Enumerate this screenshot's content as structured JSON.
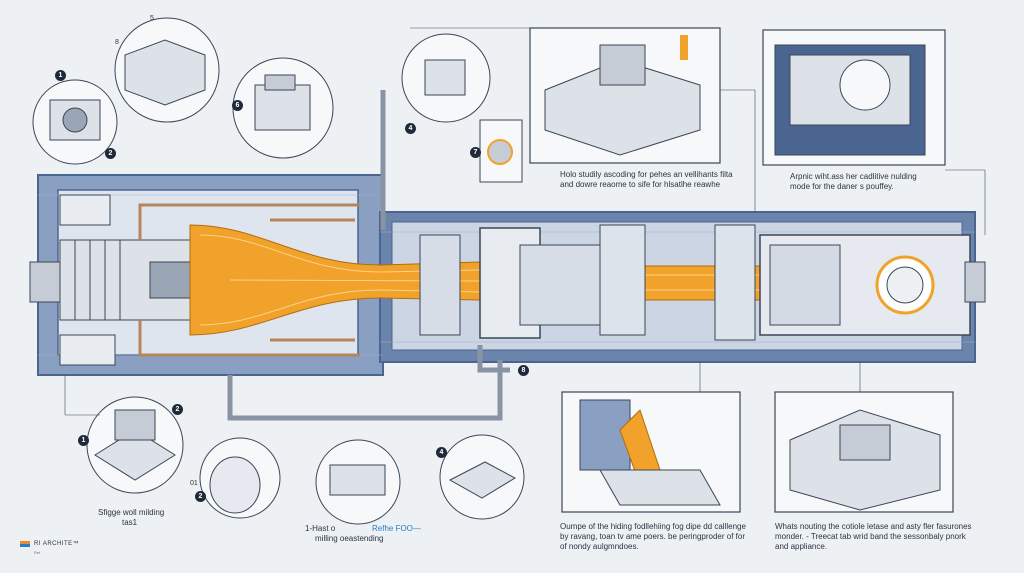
{
  "callout_numbers": [
    "1",
    "2",
    "6",
    "4",
    "7",
    "8",
    "2",
    "1",
    "4",
    "2"
  ],
  "small_marks": [
    "5",
    "8",
    "01"
  ],
  "labels": {
    "top_middle_caption_line1": "Holo studily ascoding for pehes an vellihants filta",
    "top_middle_caption_line2": "and dowre reaome to sife for hlsatlhe reawhe",
    "top_right_caption_line1": "Arpnic wiht.ass her cadlitive nulding",
    "top_right_caption_line2": "mode for the daner s pouffey.",
    "bottom_left_caption_line1": "Sfigge woll milding",
    "bottom_left_caption_line2": "tas1",
    "bottom_center_caption_line1": "1-Hast o",
    "bottom_center_caption_line2": "milling oeastending",
    "bottom_center_accent": "Refhe FOO—",
    "bottom_mid_right_caption_line1": "Oumpe of the hiding fodllehiing fog dipe dd calllenge",
    "bottom_mid_right_caption_line2": "by ravang, toan tv ame poers. be peringproder of for",
    "bottom_mid_right_caption_line3": "of nondy aulgmndoes.",
    "bottom_right_caption_line1": "Whats nouting the cotiole letase and asty fler fasurones",
    "bottom_right_caption_line2": "monder. - Treecat tab wrid band the sessonbaly pnork",
    "bottom_right_caption_line3": "and appliance."
  },
  "logo": {
    "title": "RI ARCHITE™",
    "sub": "Ret"
  },
  "colors": {
    "background": "#eef1f4",
    "frame": "#4a6590",
    "frame_fill": "#6b84ab",
    "conduit": "#f0a22a",
    "line": "#3a4658",
    "pipe": "#b7855a"
  }
}
